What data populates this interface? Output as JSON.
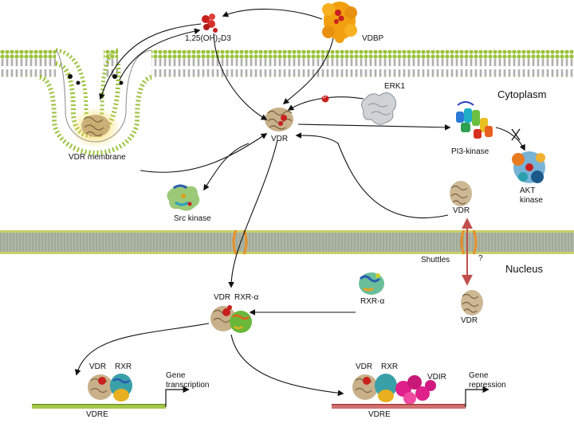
{
  "labels": {
    "ligand_prefix": "1,25(OH)",
    "ligand_sub": "2",
    "ligand_suffix": "D3",
    "vdbp": "VDBP",
    "erk1": "ERK1",
    "cytoplasm": "Cytoplasm",
    "nucleus": "Nucleus",
    "vdr_membrane": "VDR membrane",
    "vdr_main": "VDR",
    "pi3k": "PI3-kinase",
    "akt": "AKT\nkinase",
    "src": "Src kinase",
    "vdr_cyto_right": "VDR",
    "shuttles": "Shuttles",
    "question": "?",
    "vdr_nuc_right": "VDR",
    "vdr_complex": "VDR",
    "rxra_complex": "RXR-α",
    "rxra_free": "RXR-α",
    "vdr_left": "VDR",
    "rxr_left": "RXR",
    "gene_transcription": "Gene\ntranscription",
    "vdre_left": "VDRE",
    "vdr_right": "VDR",
    "rxr_right": "RXR",
    "vdir": "VDIR",
    "gene_repression": "Gene\nrepression",
    "vdre_right": "VDRE",
    "phospho": "P"
  },
  "colors": {
    "membrane_head": "#9bc23c",
    "membrane_tail": "#6a6a6a",
    "nuclear_membrane": "#8e9a86",
    "ligand": "#c8201e",
    "vdbp": "#f2a00f",
    "vdr_protein": "#b89a72",
    "shuttle_arrow": "#c0504d",
    "dna_green": "#a6c84a",
    "dna_red": "#c0504d",
    "vdir": "#e0208a"
  }
}
